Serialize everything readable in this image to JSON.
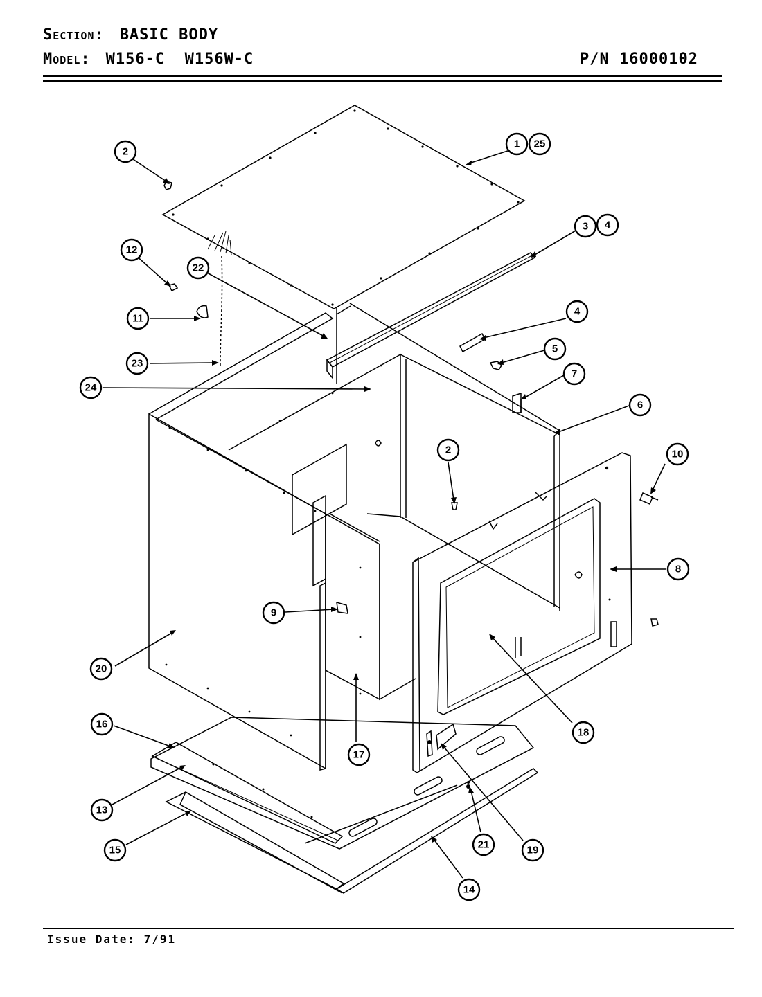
{
  "header": {
    "section_label": "Section:",
    "section_value": "BASIC BODY",
    "model_label": "Model:",
    "model_values": "W156-C  W156W-C",
    "part_number": "P/N 16000102"
  },
  "footer": {
    "issue_date": "Issue Date: 7/91"
  },
  "callouts": [
    {
      "id": "c1",
      "label": "1"
    },
    {
      "id": "c25",
      "label": "25"
    },
    {
      "id": "c2a",
      "label": "2"
    },
    {
      "id": "c3",
      "label": "3"
    },
    {
      "id": "c4a",
      "label": "4"
    },
    {
      "id": "c4b",
      "label": "4"
    },
    {
      "id": "c5",
      "label": "5"
    },
    {
      "id": "c6",
      "label": "6"
    },
    {
      "id": "c7",
      "label": "7"
    },
    {
      "id": "c8",
      "label": "8"
    },
    {
      "id": "c9",
      "label": "9"
    },
    {
      "id": "c10",
      "label": "10"
    },
    {
      "id": "c11",
      "label": "11"
    },
    {
      "id": "c12",
      "label": "12"
    },
    {
      "id": "c13",
      "label": "13"
    },
    {
      "id": "c14",
      "label": "14"
    },
    {
      "id": "c15",
      "label": "15"
    },
    {
      "id": "c16",
      "label": "16"
    },
    {
      "id": "c17",
      "label": "17"
    },
    {
      "id": "c18",
      "label": "18"
    },
    {
      "id": "c19",
      "label": "19"
    },
    {
      "id": "c20",
      "label": "20"
    },
    {
      "id": "c21",
      "label": "21"
    },
    {
      "id": "c22",
      "label": "22"
    },
    {
      "id": "c23",
      "label": "23"
    },
    {
      "id": "c24",
      "label": "24"
    },
    {
      "id": "c2b",
      "label": "2"
    }
  ]
}
